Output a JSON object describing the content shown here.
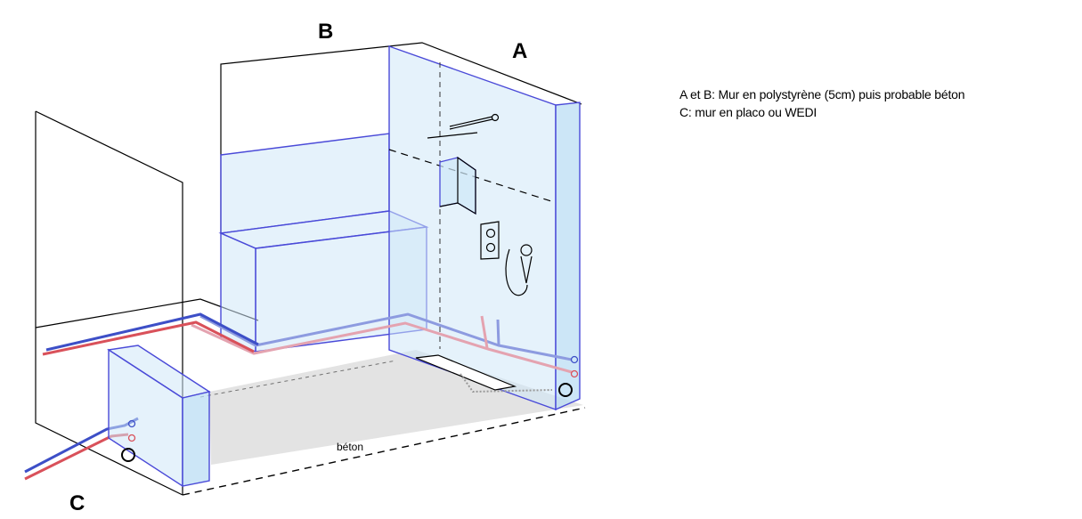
{
  "labels": {
    "wall_a": "A",
    "wall_b": "B",
    "wall_c": "C",
    "floor": "béton"
  },
  "legend": {
    "line1": "A et B: Mur en polystyrène (5cm) puis probable béton",
    "line2": "C: mur en placo ou WEDI"
  },
  "colors": {
    "panel_fill": "#cfe8f8",
    "panel_edge": "#4a4ad8",
    "pipe_cold": "#3d4fc7",
    "pipe_hot": "#d9515a",
    "floor": "#e3e3e3"
  }
}
